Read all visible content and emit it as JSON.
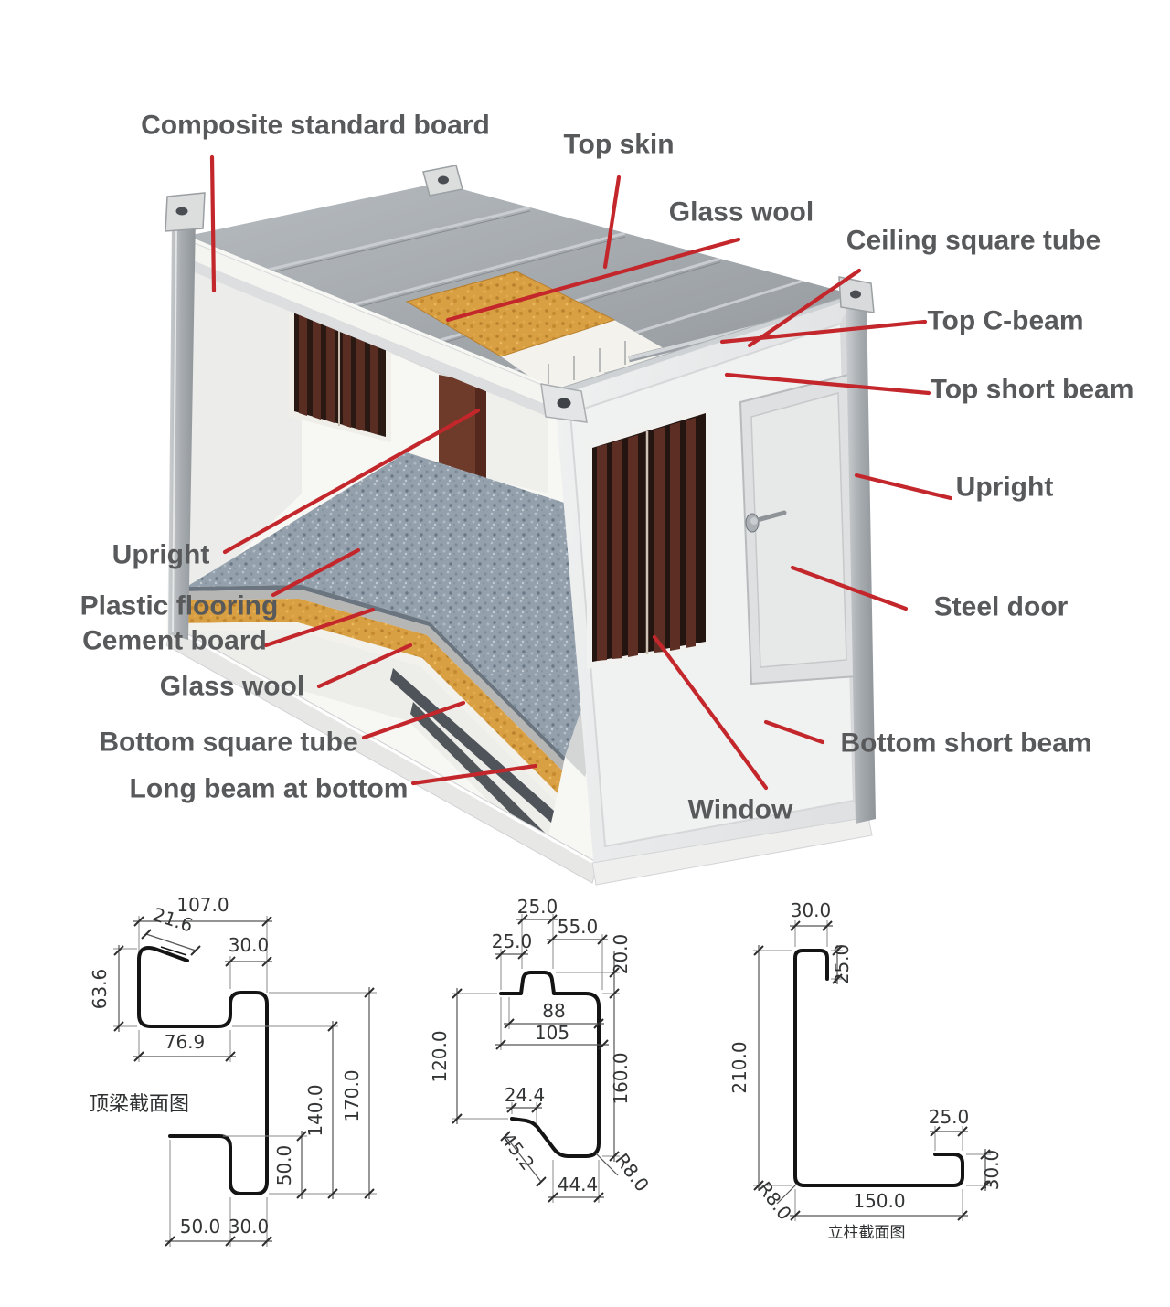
{
  "figure": {
    "type": "labeled-diagram",
    "subject": "container house exploded structure with profile cross-sections",
    "colors": {
      "label_text": "#58595b",
      "leader_red": "#c3272b",
      "roof_gray": "#a0a5aa",
      "wall_light": "#e9eaea",
      "glass_wool_orange": "#d99f43",
      "window_brown": "#5d2f24",
      "drawing_line": "#141414"
    },
    "callouts": {
      "composite_standard_board": "Composite standard board",
      "top_skin": "Top skin",
      "glass_wool_roof": "Glass wool",
      "ceiling_square_tube": "Ceiling square tube",
      "top_c_beam": "Top C-beam",
      "top_short_beam": "Top short beam",
      "upright_right": "Upright",
      "steel_door": "Steel door",
      "bottom_short_beam": "Bottom short beam",
      "window": "Window",
      "upright_left": "Upright",
      "plastic_flooring": "Plastic flooring",
      "cement_board": "Cement board",
      "glass_wool_floor": "Glass wool",
      "bottom_square_tube": "Bottom square tube",
      "long_beam_at_bottom": "Long beam at bottom"
    },
    "drawings": {
      "top_beam": {
        "title": "顶梁截面图",
        "dim_top_width": "107.0",
        "dim_lip": "21.6",
        "dim_step_top": "30.0",
        "dim_left_height": "63.6",
        "dim_bottom_width": "76.9",
        "dim_stem_height": "140.0",
        "dim_total_height": "170.0",
        "dim_flange_height": "50.0",
        "dim_flange_width": "50.0",
        "dim_foot_width": "30.0"
      },
      "mid_rail": {
        "dim_hat_width": "25.0",
        "dim_left_offset": "25.0",
        "dim_top_right": "55.0",
        "dim_hat_height": "20.0",
        "dim_inner_width": "88",
        "dim_outer_width": "105",
        "dim_left_height": "120.0",
        "dim_right_height": "160.0",
        "dim_lip_width": "24.4",
        "dim_diagonal": "45.2",
        "dim_bottom_width": "44.4",
        "dim_radius": "R8.0"
      },
      "upright_column": {
        "title": "立柱截面图",
        "dim_top_width": "30.0",
        "dim_top_lip": "25.0",
        "dim_left_height": "210.0",
        "dim_bottom_lip": "25.0",
        "dim_bottom_right": "30.0",
        "dim_bottom_width": "150.0",
        "dim_radius": "R8.0"
      }
    }
  }
}
